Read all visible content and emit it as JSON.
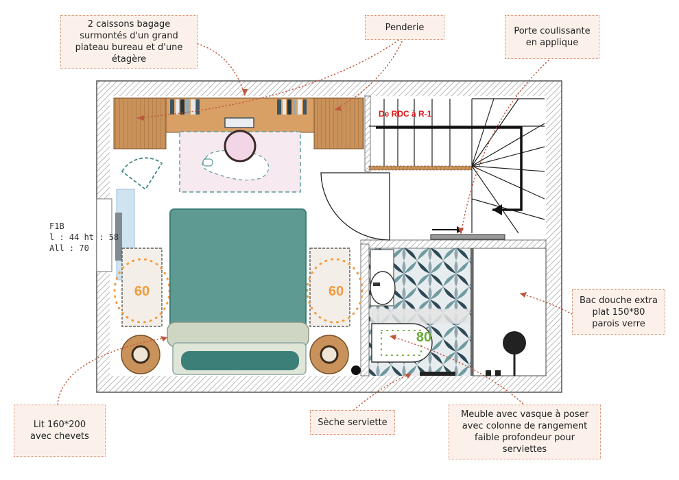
{
  "annotations": {
    "caissons": "2 caissons bagage\nsurmontés d'un grand\nplateau bureau et d'une\nétagère",
    "penderie": "Penderie",
    "porte": "Porte coulissante\nen applique",
    "bac": "Bac douche extra\nplat 150*80\nparois verre",
    "lit": "Lit 160*200\navec chevets",
    "seche": "Sèche serviette",
    "meuble": "Meuble avec vasque à poser\navec colonne de rangement\nfaible profondeur pour\nserviettes"
  },
  "window_label": "F1B\nl : 44 ht : 58\nAll : 70",
  "stairs_label": "De RDC à R-1",
  "dimensions": {
    "left_nightstand": "60",
    "right_nightstand": "60",
    "vanity": "80"
  },
  "colors": {
    "wood": "#c9925a",
    "bed": "#5e9a91",
    "bed_dark": "#3c7f78",
    "linen": "#cfd7c4",
    "rug": "#f6e9ef",
    "orange_dim": "#f29b3c",
    "green_dim": "#6aaa3a",
    "stairs_red": "#e01a1a"
  }
}
